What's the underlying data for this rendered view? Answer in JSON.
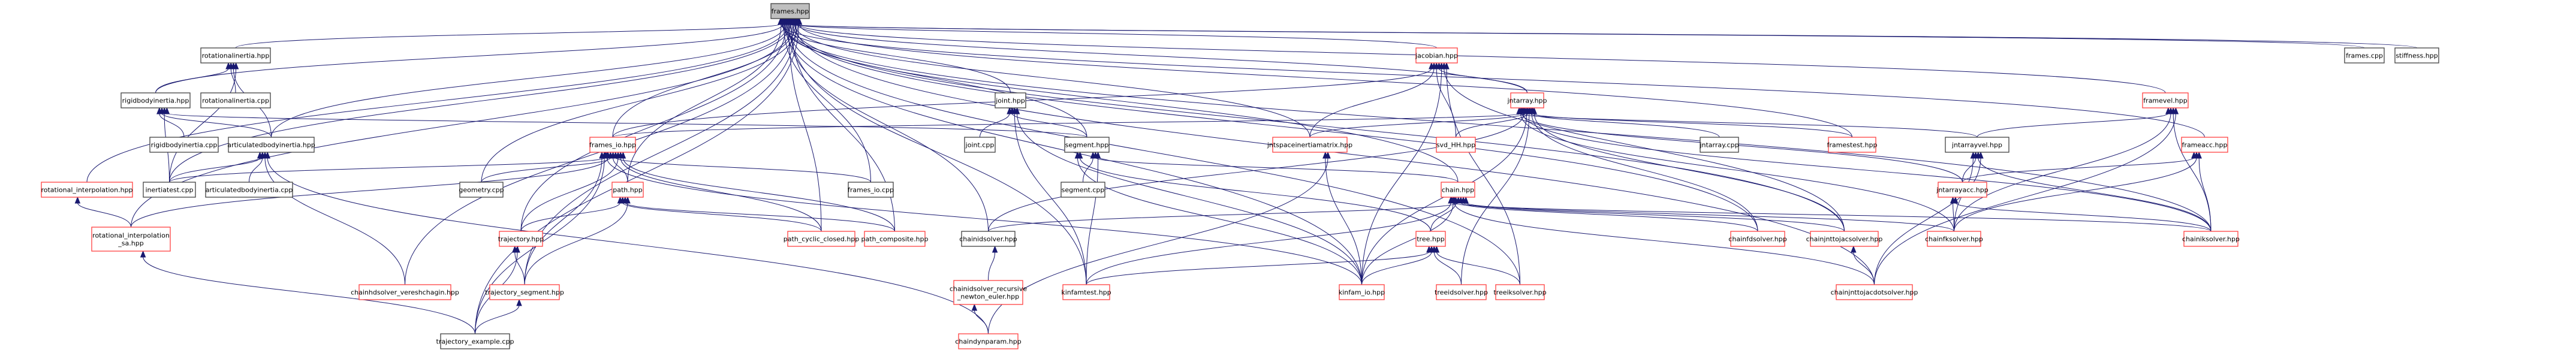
{
  "title": "frames.hpp include dependency graph",
  "colors": {
    "edge": "#191970",
    "truncated_border": "#ff4040",
    "normal_border": "#404040",
    "root_fill": "#bfbfbf"
  },
  "nodes": [
    {
      "id": "frames_hpp",
      "label": "frames.hpp",
      "style": "root"
    },
    {
      "id": "rotationalinertia_hpp",
      "label": "rotationalinertia.hpp",
      "style": "normal"
    },
    {
      "id": "rigidbodyinertia_hpp",
      "label": "rigidbodyinertia.hpp",
      "style": "normal"
    },
    {
      "id": "rotationalinertia_cpp",
      "label": "rotationalinertia.cpp",
      "style": "normal"
    },
    {
      "id": "rigidbodyinertia_cpp",
      "label": "rigidbodyinertia.cpp",
      "style": "normal"
    },
    {
      "id": "articulatedbodyinertia_hpp",
      "label": "articulatedbodyinertia.hpp",
      "style": "normal"
    },
    {
      "id": "rotational_interpolation_hpp",
      "label": "rotational_interpolation.hpp",
      "style": "trunc"
    },
    {
      "id": "inertiatest_cpp",
      "label": "inertiatest.cpp",
      "style": "normal"
    },
    {
      "id": "articulatedbodyinertia_cpp",
      "label": "articulatedbodyinertia.cpp",
      "style": "normal"
    },
    {
      "id": "rotational_interpolation_sa_hpp",
      "label": "rotational_interpolation\n_sa.hpp",
      "style": "trunc"
    },
    {
      "id": "frames_io_hpp",
      "label": "frames_io.hpp",
      "style": "trunc"
    },
    {
      "id": "geometry_cpp",
      "label": "geometry.cpp",
      "style": "normal"
    },
    {
      "id": "path_hpp",
      "label": "path.hpp",
      "style": "trunc"
    },
    {
      "id": "frames_io_cpp",
      "label": "frames_io.cpp",
      "style": "normal"
    },
    {
      "id": "trajectory_hpp",
      "label": "trajectory.hpp",
      "style": "trunc"
    },
    {
      "id": "path_cyclic_closed_hpp",
      "label": "path_cyclic_closed.hpp",
      "style": "trunc"
    },
    {
      "id": "path_composite_hpp",
      "label": "path_composite.hpp",
      "style": "trunc"
    },
    {
      "id": "chainhdsolver_vereshchagin_hpp",
      "label": "chainhdsolver_vereshchagin.hpp",
      "style": "trunc"
    },
    {
      "id": "trajectory_segment_hpp",
      "label": "trajectory_segment.hpp",
      "style": "trunc"
    },
    {
      "id": "trajectory_example_cpp",
      "label": "trajectory_example.cpp",
      "style": "normal"
    },
    {
      "id": "joint_hpp",
      "label": "joint.hpp",
      "style": "normal"
    },
    {
      "id": "joint_cpp",
      "label": "joint.cpp",
      "style": "normal"
    },
    {
      "id": "segment_hpp",
      "label": "segment.hpp",
      "style": "normal"
    },
    {
      "id": "segment_cpp",
      "label": "segment.cpp",
      "style": "normal"
    },
    {
      "id": "chainidsolver_hpp",
      "label": "chainidsolver.hpp",
      "style": "normal"
    },
    {
      "id": "chainidsolver_rne_hpp",
      "label": "chainidsolver_recursive\n_newton_euler.hpp",
      "style": "trunc"
    },
    {
      "id": "chaindynparam_hpp",
      "label": "chaindynparam.hpp",
      "style": "trunc"
    },
    {
      "id": "kinfamtest_hpp",
      "label": "kinfamtest.hpp",
      "style": "trunc"
    },
    {
      "id": "jacobian_hpp",
      "label": "jacobian.hpp",
      "style": "trunc"
    },
    {
      "id": "jntspaceinertiamatrix_hpp",
      "label": "jntspaceinertiamatrix.hpp",
      "style": "trunc"
    },
    {
      "id": "svd_HH_hpp",
      "label": "svd_HH.hpp",
      "style": "trunc"
    },
    {
      "id": "jntarray_hpp",
      "label": "jntarray.hpp",
      "style": "trunc"
    },
    {
      "id": "jntarray_cpp",
      "label": "jntarray.cpp",
      "style": "normal"
    },
    {
      "id": "framestest_hpp",
      "label": "framestest.hpp",
      "style": "trunc"
    },
    {
      "id": "chain_hpp",
      "label": "chain.hpp",
      "style": "trunc"
    },
    {
      "id": "tree_hpp",
      "label": "tree.hpp",
      "style": "trunc"
    },
    {
      "id": "kinfam_io_hpp",
      "label": "kinfam_io.hpp",
      "style": "trunc"
    },
    {
      "id": "treeidsolver_hpp",
      "label": "treeidsolver.hpp",
      "style": "trunc"
    },
    {
      "id": "treeiksolver_hpp",
      "label": "treeiksolver.hpp",
      "style": "trunc"
    },
    {
      "id": "chainfdsolver_hpp",
      "label": "chainfdsolver.hpp",
      "style": "trunc"
    },
    {
      "id": "chainjnttojacsolver_hpp",
      "label": "chainjnttojacsolver.hpp",
      "style": "trunc"
    },
    {
      "id": "chainjnttojacdotsolver_hpp",
      "label": "chainjnttojacdotsolver.hpp",
      "style": "trunc"
    },
    {
      "id": "jntarrayvel_hpp",
      "label": "jntarrayvel.hpp",
      "style": "normal"
    },
    {
      "id": "jntarrayacc_hpp",
      "label": "jntarrayacc.hpp",
      "style": "trunc"
    },
    {
      "id": "chainfksolver_hpp",
      "label": "chainfksolver.hpp",
      "style": "trunc"
    },
    {
      "id": "chainiksolver_hpp",
      "label": "chainiksolver.hpp",
      "style": "trunc"
    },
    {
      "id": "framevel_hpp",
      "label": "framevel.hpp",
      "style": "trunc"
    },
    {
      "id": "frameacc_hpp",
      "label": "frameacc.hpp",
      "style": "trunc"
    },
    {
      "id": "frames_cpp",
      "label": "frames.cpp",
      "style": "normal"
    },
    {
      "id": "stiffness_hpp",
      "label": "stiffness.hpp",
      "style": "normal"
    }
  ],
  "edges": [
    [
      "rotationalinertia_hpp",
      "frames_hpp"
    ],
    [
      "rigidbodyinertia_hpp",
      "frames_hpp"
    ],
    [
      "articulatedbodyinertia_hpp",
      "frames_hpp"
    ],
    [
      "rotational_interpolation_hpp",
      "frames_hpp"
    ],
    [
      "inertiatest_cpp",
      "frames_hpp"
    ],
    [
      "rotational_interpolation_sa_hpp",
      "frames_hpp"
    ],
    [
      "frames_io_hpp",
      "frames_hpp"
    ],
    [
      "geometry_cpp",
      "frames_hpp"
    ],
    [
      "path_hpp",
      "frames_hpp"
    ],
    [
      "frames_io_cpp",
      "frames_hpp"
    ],
    [
      "trajectory_hpp",
      "frames_hpp"
    ],
    [
      "path_cyclic_closed_hpp",
      "frames_hpp"
    ],
    [
      "path_composite_hpp",
      "frames_hpp"
    ],
    [
      "chainhdsolver_vereshchagin_hpp",
      "frames_hpp"
    ],
    [
      "trajectory_segment_hpp",
      "frames_hpp"
    ],
    [
      "trajectory_example_cpp",
      "frames_hpp"
    ],
    [
      "joint_hpp",
      "frames_hpp"
    ],
    [
      "segment_hpp",
      "frames_hpp"
    ],
    [
      "chainidsolver_hpp",
      "frames_hpp"
    ],
    [
      "kinfamtest_hpp",
      "frames_hpp"
    ],
    [
      "jacobian_hpp",
      "frames_hpp"
    ],
    [
      "jntspaceinertiamatrix_hpp",
      "frames_hpp"
    ],
    [
      "jntarray_hpp",
      "frames_hpp"
    ],
    [
      "framestest_hpp",
      "frames_hpp"
    ],
    [
      "chain_hpp",
      "frames_hpp"
    ],
    [
      "kinfam_io_hpp",
      "frames_hpp"
    ],
    [
      "treeiksolver_hpp",
      "frames_hpp"
    ],
    [
      "chainfdsolver_hpp",
      "frames_hpp"
    ],
    [
      "chainjnttojacsolver_hpp",
      "frames_hpp"
    ],
    [
      "chainjnttojacdotsolver_hpp",
      "frames_hpp"
    ],
    [
      "framevel_hpp",
      "frames_hpp"
    ],
    [
      "frameacc_hpp",
      "frames_hpp"
    ],
    [
      "chainiksolver_hpp",
      "frames_hpp"
    ],
    [
      "frames_cpp",
      "frames_hpp"
    ],
    [
      "stiffness_hpp",
      "frames_hpp"
    ],
    [
      "rigidbodyinertia_hpp",
      "rotationalinertia_hpp"
    ],
    [
      "rotationalinertia_cpp",
      "rotationalinertia_hpp"
    ],
    [
      "articulatedbodyinertia_hpp",
      "rotationalinertia_hpp"
    ],
    [
      "inertiatest_cpp",
      "rotationalinertia_hpp"
    ],
    [
      "rigidbodyinertia_cpp",
      "rigidbodyinertia_hpp"
    ],
    [
      "articulatedbodyinertia_hpp",
      "rigidbodyinertia_hpp"
    ],
    [
      "inertiatest_cpp",
      "rigidbodyinertia_hpp"
    ],
    [
      "segment_hpp",
      "rigidbodyinertia_hpp"
    ],
    [
      "inertiatest_cpp",
      "articulatedbodyinertia_hpp"
    ],
    [
      "articulatedbodyinertia_cpp",
      "articulatedbodyinertia_hpp"
    ],
    [
      "chainhdsolver_vereshchagin_hpp",
      "articulatedbodyinertia_hpp"
    ],
    [
      "chaindynparam_hpp",
      "articulatedbodyinertia_hpp"
    ],
    [
      "rotational_interpolation_sa_hpp",
      "rotational_interpolation_hpp"
    ],
    [
      "trajectory_example_cpp",
      "rotational_interpolation_sa_hpp"
    ],
    [
      "inertiatest_cpp",
      "frames_io_hpp"
    ],
    [
      "rotational_interpolation_sa_hpp",
      "frames_io_hpp"
    ],
    [
      "geometry_cpp",
      "frames_io_hpp"
    ],
    [
      "path_hpp",
      "frames_io_hpp"
    ],
    [
      "frames_io_cpp",
      "frames_io_hpp"
    ],
    [
      "trajectory_hpp",
      "frames_io_hpp"
    ],
    [
      "path_cyclic_closed_hpp",
      "frames_io_hpp"
    ],
    [
      "path_composite_hpp",
      "frames_io_hpp"
    ],
    [
      "trajectory_segment_hpp",
      "frames_io_hpp"
    ],
    [
      "trajectory_example_cpp",
      "frames_io_hpp"
    ],
    [
      "kinfam_io_hpp",
      "frames_io_hpp"
    ],
    [
      "trajectory_hpp",
      "path_hpp"
    ],
    [
      "path_cyclic_closed_hpp",
      "path_hpp"
    ],
    [
      "path_composite_hpp",
      "path_hpp"
    ],
    [
      "trajectory_segment_hpp",
      "path_hpp"
    ],
    [
      "trajectory_segment_hpp",
      "trajectory_hpp"
    ],
    [
      "trajectory_example_cpp",
      "trajectory_hpp"
    ],
    [
      "trajectory_example_cpp",
      "trajectory_segment_hpp"
    ],
    [
      "joint_cpp",
      "joint_hpp"
    ],
    [
      "segment_hpp",
      "joint_hpp"
    ],
    [
      "kinfamtest_hpp",
      "joint_hpp"
    ],
    [
      "kinfam_io_hpp",
      "joint_hpp"
    ],
    [
      "segment_cpp",
      "segment_hpp"
    ],
    [
      "chain_hpp",
      "segment_hpp"
    ],
    [
      "kinfamtest_hpp",
      "segment_hpp"
    ],
    [
      "kinfam_io_hpp",
      "segment_hpp"
    ],
    [
      "tree_hpp",
      "segment_hpp"
    ],
    [
      "chainidsolver_rne_hpp",
      "chainidsolver_hpp"
    ],
    [
      "chaindynparam_hpp",
      "chainidsolver_rne_hpp"
    ],
    [
      "frames_io_hpp",
      "jacobian_hpp"
    ],
    [
      "jntspaceinertiamatrix_hpp",
      "jacobian_hpp"
    ],
    [
      "svd_HH_hpp",
      "jacobian_hpp"
    ],
    [
      "jntarray_hpp",
      "jacobian_hpp"
    ],
    [
      "kinfam_io_hpp",
      "jacobian_hpp"
    ],
    [
      "chainjnttojacsolver_hpp",
      "jacobian_hpp"
    ],
    [
      "treeiksolver_hpp",
      "jacobian_hpp"
    ],
    [
      "frames_io_hpp",
      "jntarray_hpp"
    ],
    [
      "jntspaceinertiamatrix_hpp",
      "jntarray_hpp"
    ],
    [
      "svd_HH_hpp",
      "jntarray_hpp"
    ],
    [
      "jntarray_cpp",
      "jntarray_hpp"
    ],
    [
      "framestest_hpp",
      "jntarray_hpp"
    ],
    [
      "jntarrayvel_hpp",
      "jntarray_hpp"
    ],
    [
      "jntarrayacc_hpp",
      "jntarray_hpp"
    ],
    [
      "chainidsolver_hpp",
      "jntarray_hpp"
    ],
    [
      "kinfam_io_hpp",
      "jntarray_hpp"
    ],
    [
      "treeidsolver_hpp",
      "jntarray_hpp"
    ],
    [
      "chainfdsolver_hpp",
      "jntarray_hpp"
    ],
    [
      "chainjnttojacsolver_hpp",
      "jntarray_hpp"
    ],
    [
      "chainfksolver_hpp",
      "jntarray_hpp"
    ],
    [
      "chainiksolver_hpp",
      "jntarray_hpp"
    ],
    [
      "kinfamtest_hpp",
      "chain_hpp"
    ],
    [
      "kinfam_io_hpp",
      "chain_hpp"
    ],
    [
      "tree_hpp",
      "chain_hpp"
    ],
    [
      "chainidsolver_hpp",
      "chain_hpp"
    ],
    [
      "chainfdsolver_hpp",
      "chain_hpp"
    ],
    [
      "chainjnttojacsolver_hpp",
      "chain_hpp"
    ],
    [
      "chainfksolver_hpp",
      "chain_hpp"
    ],
    [
      "chainiksolver_hpp",
      "chain_hpp"
    ],
    [
      "chainjnttojacdotsolver_hpp",
      "chain_hpp"
    ],
    [
      "kinfamtest_hpp",
      "tree_hpp"
    ],
    [
      "kinfam_io_hpp",
      "tree_hpp"
    ],
    [
      "treeidsolver_hpp",
      "tree_hpp"
    ],
    [
      "treeiksolver_hpp",
      "tree_hpp"
    ],
    [
      "kinfam_io_hpp",
      "jntspaceinertiamatrix_hpp"
    ],
    [
      "chaindynparam_hpp",
      "jntspaceinertiamatrix_hpp"
    ],
    [
      "chainjnttojacdotsolver_hpp",
      "chainjnttojacsolver_hpp"
    ],
    [
      "chainfksolver_hpp",
      "jntarrayvel_hpp"
    ],
    [
      "jntarrayacc_hpp",
      "jntarrayvel_hpp"
    ],
    [
      "chainiksolver_hpp",
      "jntarrayvel_hpp"
    ],
    [
      "chainjnttojacdotsolver_hpp",
      "jntarrayvel_hpp"
    ],
    [
      "jntarrayvel_hpp",
      "framevel_hpp"
    ],
    [
      "chainfksolver_hpp",
      "framevel_hpp"
    ],
    [
      "chainiksolver_hpp",
      "framevel_hpp"
    ],
    [
      "chainjnttojacdotsolver_hpp",
      "framevel_hpp"
    ],
    [
      "chainfksolver_hpp",
      "jntarrayacc_hpp"
    ],
    [
      "chainiksolver_hpp",
      "jntarrayacc_hpp"
    ],
    [
      "jntarrayacc_hpp",
      "frameacc_hpp"
    ],
    [
      "chainfksolver_hpp",
      "frameacc_hpp"
    ],
    [
      "chainiksolver_hpp",
      "frameacc_hpp"
    ]
  ]
}
